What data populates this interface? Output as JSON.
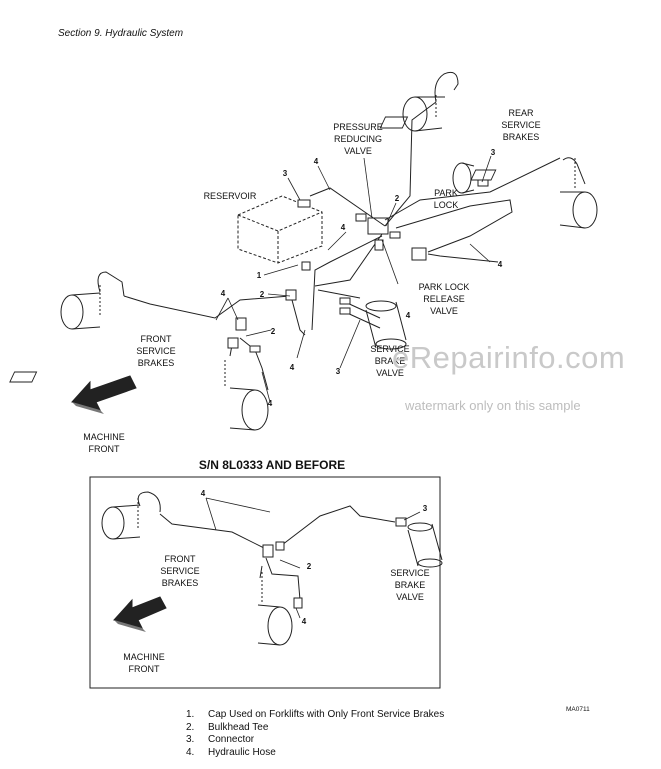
{
  "header": {
    "section": "Section 9.    Hydraulic System"
  },
  "main_diagram": {
    "labels": {
      "pressure_reducing_valve": [
        "PRESSURE",
        "REDUCING",
        "VALVE"
      ],
      "rear_service_brakes": [
        "REAR",
        "SERVICE",
        "BRAKES"
      ],
      "reservoir": "RESERVOIR",
      "park_lock": [
        "PARK",
        "LOCK"
      ],
      "park_lock_release_valve": [
        "PARK LOCK",
        "RELEASE",
        "VALVE"
      ],
      "front_service_brakes": [
        "FRONT",
        "SERVICE",
        "BRAKES"
      ],
      "service_brake_valve": [
        "SERVICE",
        "BRAKE",
        "VALVE"
      ],
      "machine_front": [
        "MACHINE",
        "FRONT"
      ]
    },
    "callouts": {
      "c3_top": "3",
      "c4_top": "4",
      "c2_top": "2",
      "c4_mid": "4",
      "c3_rear": "3",
      "c4_right": "4",
      "c1": "1",
      "c2_left": "2",
      "c4_left": "4",
      "c2_lower": "2",
      "c4_brake": "4",
      "c4_center": "4",
      "c3_bottom": "3",
      "c4_front": "4"
    }
  },
  "inset": {
    "heading": "S/N 8L0333 AND BEFORE",
    "labels": {
      "front_service_brakes": [
        "FRONT",
        "SERVICE",
        "BRAKES"
      ],
      "service_brake_valve": [
        "SERVICE",
        "BRAKE",
        "VALVE"
      ],
      "machine_front": [
        "MACHINE",
        "FRONT"
      ]
    },
    "callouts": {
      "c4_top": "4",
      "c3": "3",
      "c2": "2",
      "c4_bottom": "4"
    }
  },
  "legend": [
    {
      "num": "1.",
      "text": "Cap Used on Forklifts with Only Front Service Brakes"
    },
    {
      "num": "2.",
      "text": "Bulkhead Tee"
    },
    {
      "num": "3.",
      "text": "Connector"
    },
    {
      "num": "4.",
      "text": "Hydraulic Hose"
    }
  ],
  "ref_code": "MA0711",
  "watermark": {
    "main": "eRepairinfo.com",
    "sub": "watermark only on this sample"
  }
}
